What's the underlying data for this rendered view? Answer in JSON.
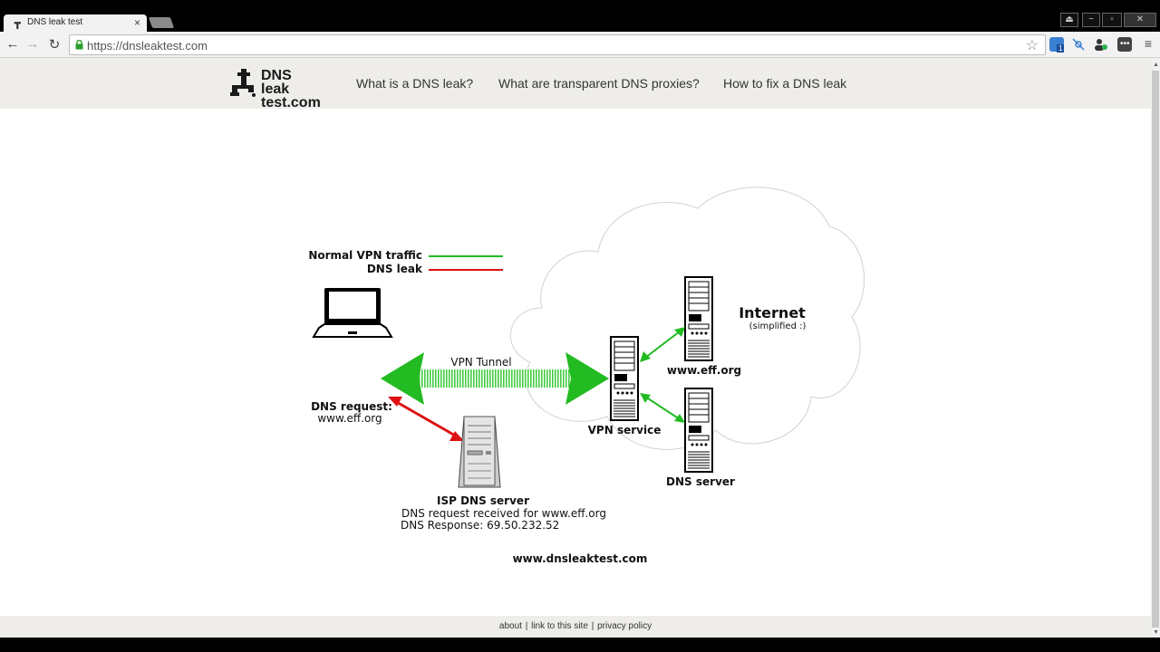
{
  "browser": {
    "tab_title": "DNS leak test",
    "url": "https://dnsleaktest.com",
    "ext_badge": "1"
  },
  "site": {
    "logo_line1": "DNS leak",
    "logo_line2": "test.com",
    "nav": [
      "What is a DNS leak?",
      "What are transparent DNS proxies?",
      "How to fix a DNS leak"
    ]
  },
  "diagram": {
    "legend": [
      {
        "label": "Normal VPN traffic",
        "color": "#22bb22"
      },
      {
        "label": "DNS leak",
        "color": "#dd1111"
      }
    ],
    "vpn_tunnel": "VPN Tunnel",
    "internet_title": "Internet",
    "internet_sub": "(simplified :)",
    "laptop_label1": "DNS request:",
    "laptop_label2": "www.eff.org",
    "isp_title": "ISP DNS server",
    "isp_line1": "DNS request received for www.eff.org",
    "isp_line2": "DNS Response: 69.50.232.52",
    "vpn_service": "VPN service",
    "eff_server": "www.eff.org",
    "dns_server": "DNS server",
    "site_caption": "www.dnsleaktest.com"
  },
  "footer": {
    "about": "about",
    "link": "link to this site",
    "privacy": "privacy policy",
    "sep": "|"
  }
}
